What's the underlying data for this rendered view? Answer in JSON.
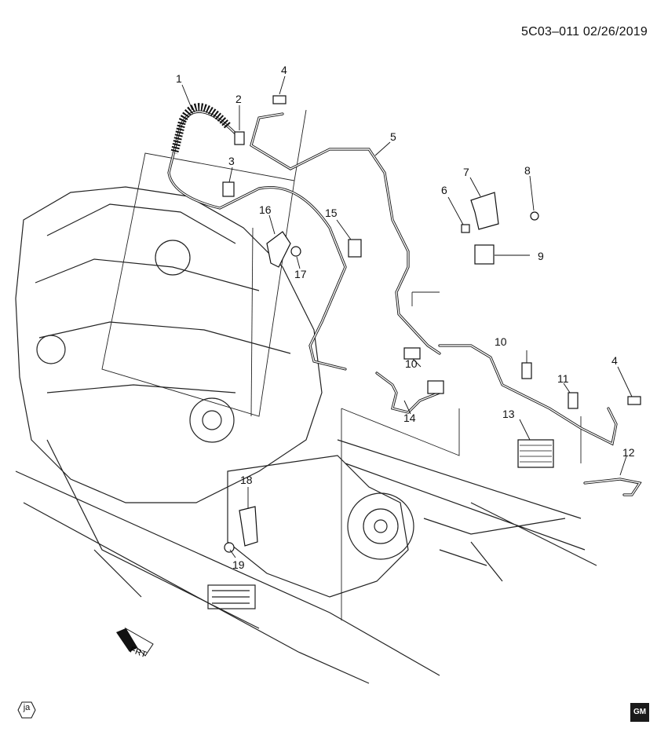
{
  "diagram_code": "5C03–011  02/26/2019",
  "callouts": [
    "1",
    "2",
    "3",
    "4",
    "5",
    "6",
    "7",
    "8",
    "9",
    "10",
    "10",
    "11",
    "4",
    "12",
    "13",
    "14",
    "15",
    "16",
    "17",
    "18",
    "19"
  ],
  "front_label": "FRT",
  "ja_mark": "ja",
  "gm_logo": "GM"
}
